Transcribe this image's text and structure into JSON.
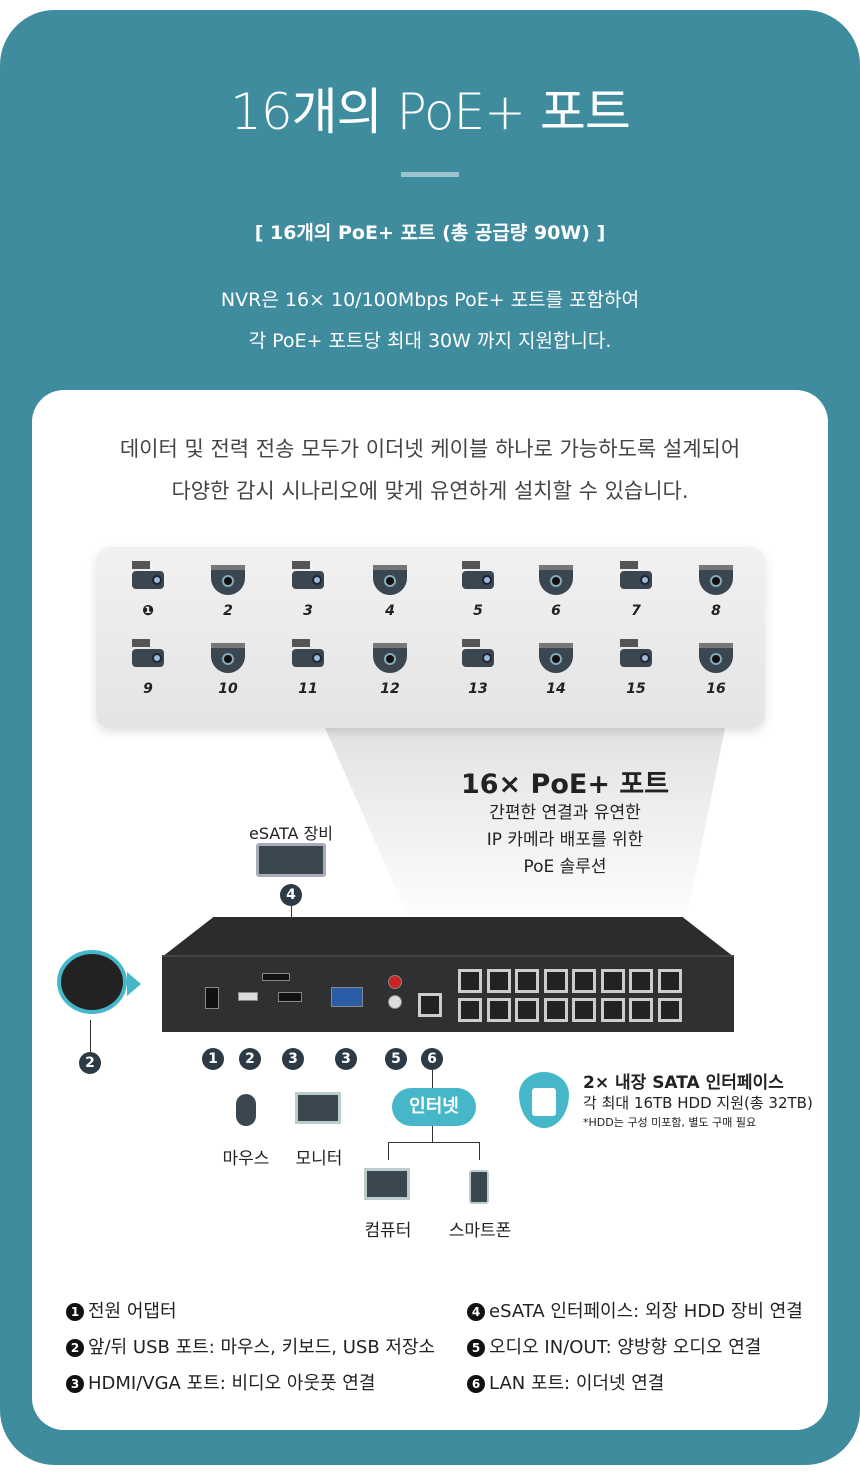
{
  "header": {
    "title": "16개의 PoE+ 포트",
    "subtitle": "[ 16개의 PoE+ 포트 (총 공급량 90W) ]",
    "desc_line1": "NVR은 16× 10/100Mbps PoE+ 포트를 포함하여",
    "desc_line2": "각 PoE+ 포트당 최대 30W 까지 지원합니다."
  },
  "intro": {
    "line1": "데이터 및 전력 전송 모두가 이더넷 케이블 하나로 가능하도록 설계되어",
    "line2": "다양한 감시 시나리오에 맞게 유연하게 설치할 수 있습니다."
  },
  "cameras": [
    "❶",
    "2",
    "3",
    "4",
    "5",
    "6",
    "7",
    "8",
    "9",
    "10",
    "11",
    "12",
    "13",
    "14",
    "15",
    "16"
  ],
  "poe": {
    "title": "16× PoE+ 포트",
    "line1": "간편한 연결과 유연한",
    "line2": "IP 카메라 배포를 위한",
    "line3": "PoE 솔루션"
  },
  "esata_label": "eSATA 장비",
  "numbers": {
    "n1": "1",
    "n2": "2",
    "n3": "3",
    "n4": "4",
    "n5": "5",
    "n6": "6"
  },
  "devices": {
    "mouse": "마우스",
    "monitor": "모니터",
    "internet": "인터넷",
    "computer": "컴퓨터",
    "smartphone": "스마트폰"
  },
  "sata": {
    "title": "2× 내장 SATA 인터페이스",
    "desc": "각 최대 16TB HDD 지원(총 32TB)",
    "note": "*HDD는 구성 미포함, 별도 구매 필요"
  },
  "legend": [
    {
      "n": "1",
      "text": "전원 어댑터"
    },
    {
      "n": "2",
      "text": "앞/뒤 USB 포트: 마우스, 키보드, USB 저장소"
    },
    {
      "n": "3",
      "text": "HDMI/VGA 포트: 비디오 아웃풋 연결"
    },
    {
      "n": "4",
      "text": "eSATA 인터페이스: 외장 HDD 장비 연결"
    },
    {
      "n": "5",
      "text": "오디오 IN/OUT: 양방향 오디오 연결"
    },
    {
      "n": "6",
      "text": "LAN 포트: 이더넷 연결"
    }
  ],
  "colors": {
    "teal": "#3f8c9f",
    "accent": "#45b7c8"
  }
}
